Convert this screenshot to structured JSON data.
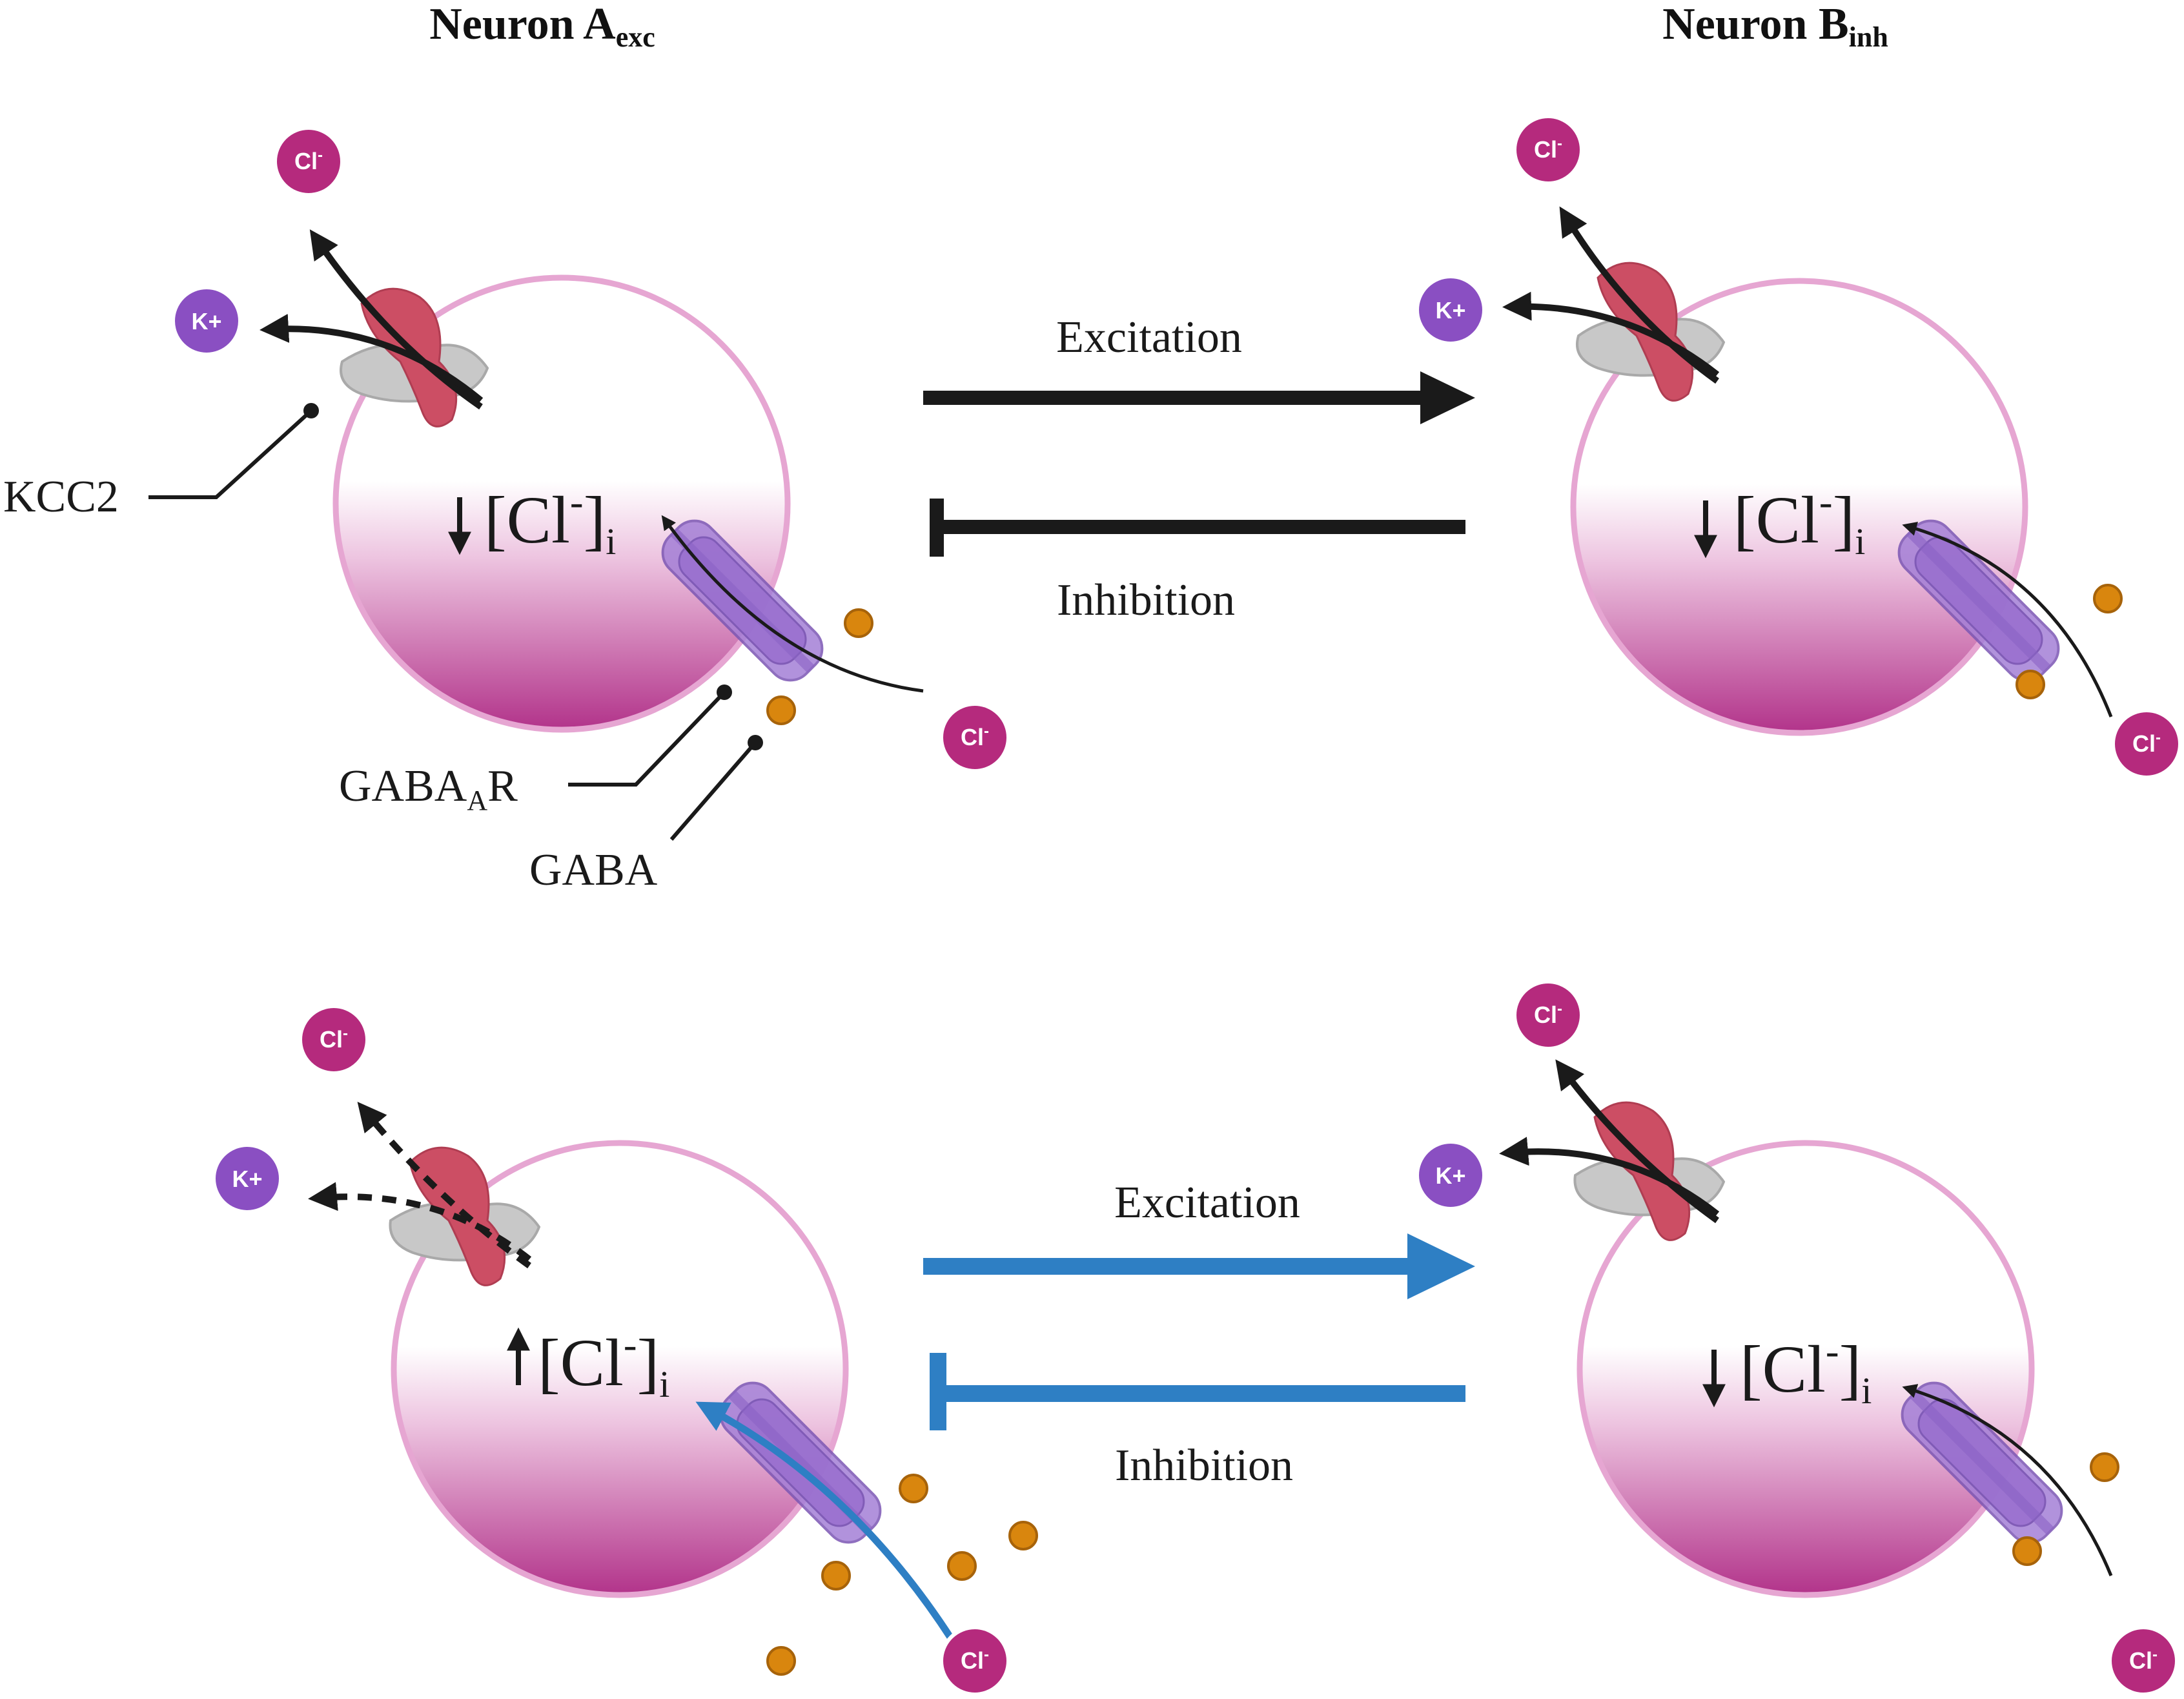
{
  "colors": {
    "excitation_top": "#1a1a1a",
    "excitation_bottom": "#2e7fc4",
    "cell_membrane": "#e6a6d2",
    "cell_fill_dark": "#b2338a",
    "chloride_ion": "#b52a7d",
    "potassium_ion": "#8a4fc2",
    "gaba": "#d9860e",
    "kcc2_red": "#cc4e64",
    "kcc2_gray": "#c8c8c8",
    "gabaar": "#a47fd6"
  },
  "headers": {
    "neuron_a": {
      "main": "Neuron A",
      "sub": "exc"
    },
    "neuron_b": {
      "main": "Neuron B",
      "sub": "inh"
    }
  },
  "ions": {
    "chloride": "Cl",
    "chloride_charge": "-",
    "potassium": "K+"
  },
  "concentration": {
    "bracket_open": "[Cl",
    "charge": "-",
    "bracket_close": "]",
    "subscript": "i"
  },
  "labels": {
    "kcc2": "KCC2",
    "gabaar": {
      "main": "GABA",
      "sub": "A",
      "suffix": "R"
    },
    "gaba": "GABA"
  },
  "panels": [
    {
      "excitation": "Excitation",
      "inhibition": "Inhibition",
      "neuron_a_chloride": "decreased",
      "neuron_b_chloride": "decreased",
      "kcc2_a_active": true
    },
    {
      "excitation": "Excitation",
      "inhibition": "Inhibition",
      "neuron_a_chloride": "increased",
      "neuron_b_chloride": "decreased",
      "kcc2_a_active": false
    }
  ]
}
